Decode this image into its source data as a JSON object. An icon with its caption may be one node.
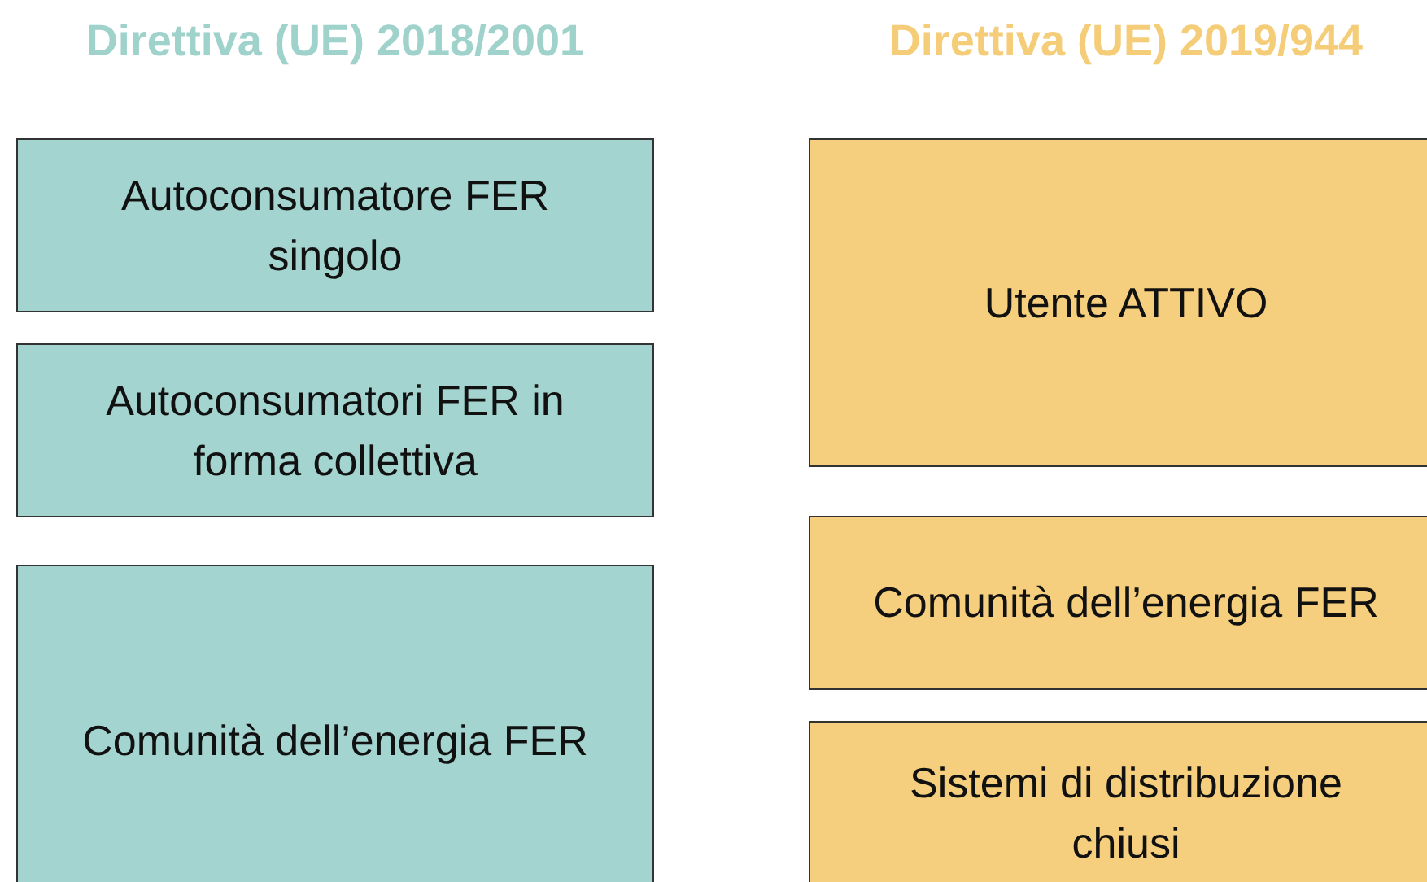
{
  "diagram": {
    "nodes": [
      {
        "text": [
          "Autoconsumatore FER singolo"
        ]
      },
      {
        "text": [
          "Autoconsumatori FER in forma collettiva"
        ]
      },
      {
        "text": [
          "Comunità dell’energia FER"
        ]
      },
      {
        "text": [
          "Utente ATTIVO"
        ]
      },
      {
        "text": [
          "Comunità dell’energia FER"
        ]
      },
      {
        "text": [
          "Sistemi di distribuzione chiusi"
        ]
      }
    ],
    "labels": [
      "Direttiva (UE) 2018/2001",
      "Direttiva (UE) 2019/944"
    ]
  }
}
